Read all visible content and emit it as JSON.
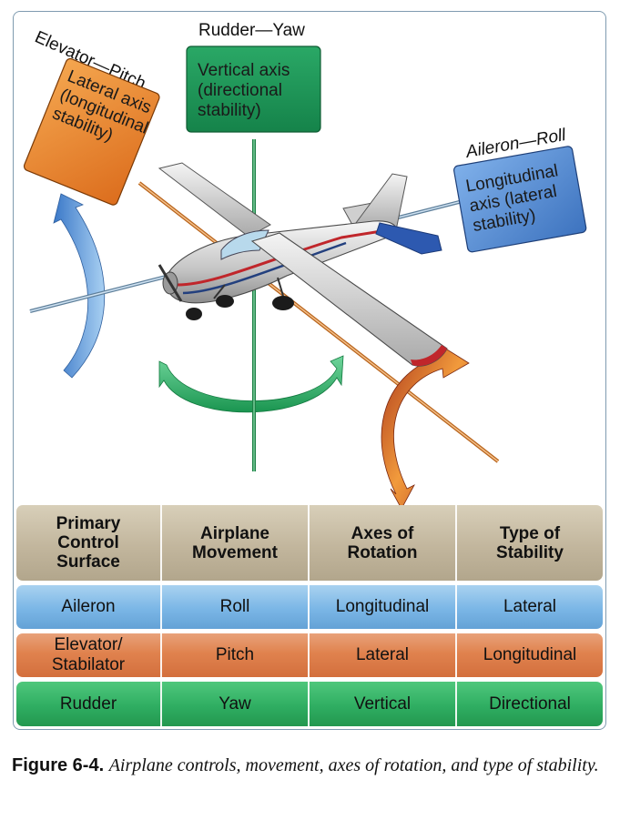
{
  "diagram": {
    "elevator_title": "Elevator—Pitch",
    "elevator_box": [
      "Lateral axis",
      "(longitudinal",
      "stability)"
    ],
    "rudder_title": "Rudder—Yaw",
    "rudder_box": [
      "Vertical axis",
      "(directional",
      "stability)"
    ],
    "aileron_title": "Aileron—Roll",
    "aileron_box": [
      "Longitudinal",
      "axis (lateral",
      "stability)"
    ]
  },
  "table": {
    "header": [
      "Primary\nControl\nSurface",
      "Airplane\nMovement",
      "Axes of\nRotation",
      "Type of\nStability"
    ],
    "rows": [
      [
        "Aileron",
        "Roll",
        "Longitudinal",
        "Lateral"
      ],
      [
        "Elevator/\nStabilator",
        "Pitch",
        "Lateral",
        "Longitudinal"
      ],
      [
        "Rudder",
        "Yaw",
        "Vertical",
        "Directional"
      ]
    ]
  },
  "caption": {
    "figure": "Figure 6-4.",
    "text": "Airplane controls, movement, axes of rotation, and type of stability."
  },
  "colors": {
    "elevator_orange": "#e8822f",
    "rudder_green": "#1e9e5a",
    "aileron_blue": "#4d86cc",
    "header_tan": "#c2b69d",
    "frame": "#7f9bb0"
  }
}
